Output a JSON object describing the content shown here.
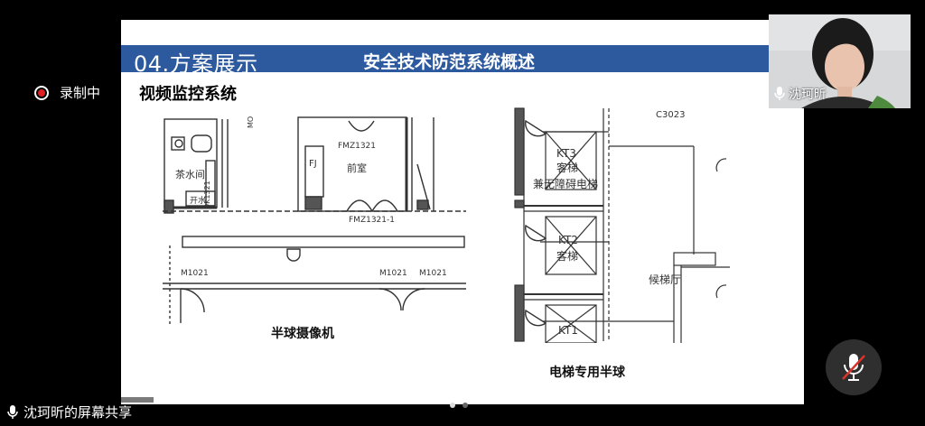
{
  "recording": {
    "label": "录制中"
  },
  "slide": {
    "section_title": "04.方案展示",
    "band_title": "安全技术防范系统概述",
    "subtitle": "视频监控系统",
    "left_caption": "半球摄像机",
    "right_caption": "电梯专用半球",
    "left_plan": {
      "labels": [
        "茶水间",
        "DK1321",
        "开水",
        "FJ",
        "前室",
        "FMZ1321",
        "FMZ1321-1",
        "M1021",
        "M1021",
        "M1021",
        "MO"
      ]
    },
    "right_plan": {
      "labels": [
        "C3023",
        "KT3",
        "客梯",
        "兼无障碍电梯",
        "KT2",
        "客梯",
        "候梯厅",
        "KT1"
      ]
    }
  },
  "participant": {
    "name": "沈珂昕"
  },
  "share": {
    "label": "沈珂昕的屏幕共享"
  },
  "colors": {
    "band": "#2d5a9e",
    "record": "#e02020",
    "mute_slash": "#d9342b"
  },
  "icons": {
    "record": "record-icon",
    "mic": "mic-icon",
    "mic_muted": "mic-muted-icon"
  }
}
